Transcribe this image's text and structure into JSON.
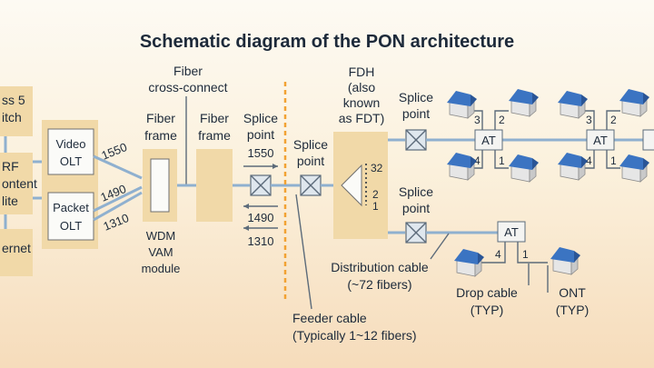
{
  "title": "Schematic diagram of the PON architecture",
  "left_boxes": {
    "class5_switch": [
      "ss 5",
      "itch"
    ],
    "rf_content": [
      "RF",
      "ontent",
      "lite"
    ],
    "ethernet": [
      "ernet"
    ]
  },
  "olt": {
    "video": [
      "Video",
      "OLT"
    ],
    "packet": [
      "Packet",
      "OLT"
    ]
  },
  "wavelengths": {
    "w1550": "1550",
    "w1490": "1490",
    "w1310": "1310"
  },
  "fiber_frame_1": [
    "Fiber",
    "frame"
  ],
  "fiber_frame_2": [
    "Fiber",
    "frame"
  ],
  "fiber_cross_connect": [
    "Fiber",
    "cross-connect"
  ],
  "wdm_module": [
    "WDM",
    "VAM",
    "module"
  ],
  "splice_point_1": [
    "Splice",
    "point"
  ],
  "splice_point_2": [
    "Splice",
    "point"
  ],
  "splice_point_3": [
    "Splice",
    "point"
  ],
  "splice_point_4": [
    "Splice",
    "point"
  ],
  "fdh": [
    "FDH",
    "(also",
    "known",
    "as FDT)"
  ],
  "fdh_ports": [
    "32",
    "2",
    "1"
  ],
  "at_label": "AT",
  "port_numbers": [
    "3",
    "2",
    "4",
    "1",
    "3",
    "2",
    "4",
    "1",
    "4",
    "1"
  ],
  "distribution_cable": [
    "Distribution cable",
    "(~72 fibers)"
  ],
  "drop_cable": [
    "Drop cable",
    "(TYP)"
  ],
  "ont": [
    "ONT",
    "(TYP)"
  ],
  "feeder_cable": [
    "Feeder cable",
    "(Typically 1~12 fibers)"
  ],
  "colors": {
    "fiber_line": "#8fb0cf",
    "box_fill": "#f1d9a8",
    "house_roof": "#3b74c2",
    "feeder_dash": "#f2a233",
    "text": "#1d2a3a"
  }
}
